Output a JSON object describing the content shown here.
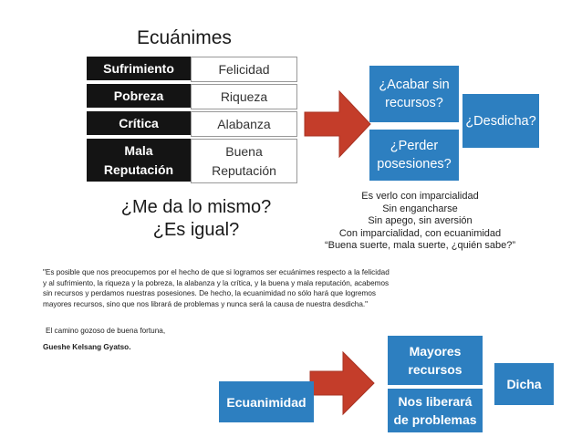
{
  "title": "Ecuánimes",
  "pairs": [
    {
      "left": "Sufrimiento",
      "right": "Felicidad"
    },
    {
      "left": "Pobreza",
      "right": "Riqueza"
    },
    {
      "left": "Crítica",
      "right": "Alabanza"
    },
    {
      "left": "Mala\nReputación",
      "right": "Buena\nReputación"
    }
  ],
  "big_question": {
    "line1": "¿Me da lo mismo?",
    "line2": "¿Es igual?"
  },
  "top_boxes": {
    "acabar": "¿Acabar sin\nrecursos?",
    "perder": "¿Perder\nposesiones?",
    "desdicha": "¿Desdicha?"
  },
  "notes": [
    "Es verlo con imparcialidad",
    "Sin engancharse",
    "Sin apego, sin aversión",
    "Con imparcialidad, con ecuanimidad",
    "“Buena suerte, mala suerte, ¿quién sabe?”"
  ],
  "quote": "\"Es posible que nos preocupemos por el hecho de que si logramos ser ecuánimes respecto a la felicidad y al sufrimiento, la riqueza y la pobreza, la alabanza y la crítica, y la buena y mala reputación, acabemos sin recursos y perdamos nuestras posesiones. De hecho, la ecuanimidad no sólo hará que logremos mayores recursos, sino que nos librará de problemas y nunca será la causa de nuestra desdicha.\"",
  "source_book": "El camino gozoso de buena fortuna,",
  "source_author": "Gueshe Kelsang Gyatso.",
  "bottom_boxes": {
    "ecuanimidad": "Ecuanimidad",
    "mayores": "Mayores\nrecursos",
    "liberara": "Nos liberará\nde problemas",
    "dicha": "Dicha"
  },
  "colors": {
    "box_blue": "#2d7fc0",
    "arrow_red": "#c43d2a",
    "dark_cell": "#141414"
  }
}
